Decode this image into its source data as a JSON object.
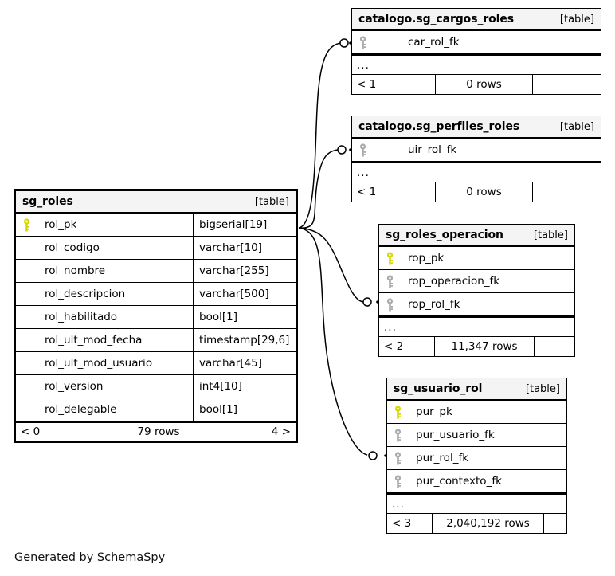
{
  "diagram": {
    "credit": "Generated by SchemaSpy",
    "table_tag": "[table]",
    "ellipsis": "...",
    "colors": {
      "pk_key": "#d8d800",
      "fk_key": "#aaaaaa",
      "header_bg": "#f4f4f4",
      "line": "#000000"
    }
  },
  "tables": {
    "sg_roles": {
      "name": "sg_roles",
      "tag": "[table]",
      "columns": [
        {
          "name": "rol_pk",
          "type": "bigserial[19]",
          "key": "pk"
        },
        {
          "name": "rol_codigo",
          "type": "varchar[10]",
          "key": "none"
        },
        {
          "name": "rol_nombre",
          "type": "varchar[255]",
          "key": "none"
        },
        {
          "name": "rol_descripcion",
          "type": "varchar[500]",
          "key": "none"
        },
        {
          "name": "rol_habilitado",
          "type": "bool[1]",
          "key": "none"
        },
        {
          "name": "rol_ult_mod_fecha",
          "type": "timestamp[29,6]",
          "key": "none"
        },
        {
          "name": "rol_ult_mod_usuario",
          "type": "varchar[45]",
          "key": "none"
        },
        {
          "name": "rol_version",
          "type": "int4[10]",
          "key": "none"
        },
        {
          "name": "rol_delegable",
          "type": "bool[1]",
          "key": "none"
        }
      ],
      "footer": {
        "left": "< 0",
        "mid": "79 rows",
        "right": "4 >"
      }
    },
    "cargos_roles": {
      "name": "catalogo.sg_cargos_roles",
      "tag": "[table]",
      "columns": [
        {
          "name": "car_rol_fk",
          "key": "fk"
        }
      ],
      "ellipsis": "...",
      "footer": {
        "left": "< 1",
        "mid": "0 rows",
        "right": ""
      }
    },
    "perfiles_roles": {
      "name": "catalogo.sg_perfiles_roles",
      "tag": "[table]",
      "columns": [
        {
          "name": "uir_rol_fk",
          "key": "fk"
        }
      ],
      "ellipsis": "...",
      "footer": {
        "left": "< 1",
        "mid": "0 rows",
        "right": ""
      }
    },
    "roles_operacion": {
      "name": "sg_roles_operacion",
      "tag": "[table]",
      "columns": [
        {
          "name": "rop_pk",
          "key": "pk"
        },
        {
          "name": "rop_operacion_fk",
          "key": "fk"
        },
        {
          "name": "rop_rol_fk",
          "key": "fk"
        }
      ],
      "ellipsis": "...",
      "footer": {
        "left": "< 2",
        "mid": "11,347 rows",
        "right": ""
      }
    },
    "usuario_rol": {
      "name": "sg_usuario_rol",
      "tag": "[table]",
      "columns": [
        {
          "name": "pur_pk",
          "key": "pk"
        },
        {
          "name": "pur_usuario_fk",
          "key": "fk"
        },
        {
          "name": "pur_rol_fk",
          "key": "fk"
        },
        {
          "name": "pur_contexto_fk",
          "key": "fk"
        }
      ],
      "ellipsis": "...",
      "footer": {
        "left": "< 3",
        "mid": "2,040,192 rows",
        "right": ""
      }
    }
  },
  "relationships": [
    {
      "from": "sg_roles.rol_pk",
      "to": "catalogo.sg_cargos_roles.car_rol_fk",
      "source_cardinality": "zero-or-more",
      "target_cardinality": "one"
    },
    {
      "from": "sg_roles.rol_pk",
      "to": "catalogo.sg_perfiles_roles.uir_rol_fk",
      "source_cardinality": "zero-or-more",
      "target_cardinality": "one"
    },
    {
      "from": "sg_roles.rol_pk",
      "to": "sg_roles_operacion.rop_rol_fk",
      "source_cardinality": "zero-or-more",
      "target_cardinality": "one"
    },
    {
      "from": "sg_roles.rol_pk",
      "to": "sg_usuario_rol.pur_rol_fk",
      "source_cardinality": "zero-or-more",
      "target_cardinality": "one"
    }
  ]
}
